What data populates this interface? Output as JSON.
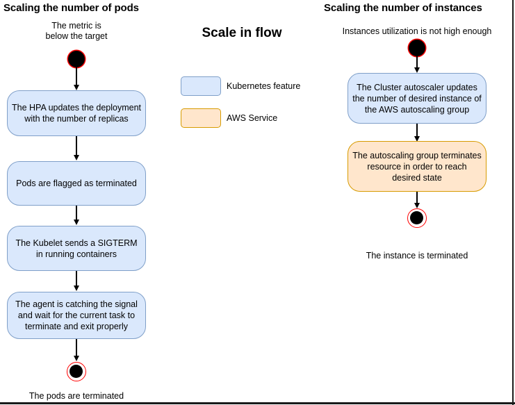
{
  "colors": {
    "k8s_fill": "#dae8fc",
    "k8s_border": "#7f9fc8",
    "aws_fill": "#ffe6cc",
    "aws_border": "#d79b00",
    "start_node": "#000000",
    "start_node_ring": "#ff0000",
    "end_node_ring": "#ff0000",
    "connector": "#000000",
    "background": "#ffffff"
  },
  "center": {
    "title": "Scale in flow",
    "legend": [
      {
        "label": "Kubernetes feature",
        "type": "k8s"
      },
      {
        "label": "AWS Service",
        "type": "aws"
      }
    ]
  },
  "left_column": {
    "title": "Scaling the number of pods",
    "start_caption": "The metric is\nbelow the target",
    "end_caption": "The pods are terminated",
    "steps": [
      {
        "label": "The HPA updates the deployment with the number of replicas",
        "type": "k8s"
      },
      {
        "label": "Pods are flagged as terminated",
        "type": "k8s"
      },
      {
        "label": "The Kubelet sends a SIGTERM in running containers",
        "type": "k8s"
      },
      {
        "label": "The agent is catching  the signal and wait for the current task to terminate and exit properly",
        "type": "k8s"
      }
    ]
  },
  "right_column": {
    "title": "Scaling the number of instances",
    "start_caption": "Instances utilization is not high enough",
    "end_caption": "The instance is terminated",
    "steps": [
      {
        "label": "The Cluster autoscaler updates the number of desired instance of the AWS autoscaling group",
        "type": "k8s"
      },
      {
        "label": "The autoscaling group terminates resource in order to reach desired state",
        "type": "aws"
      }
    ]
  }
}
